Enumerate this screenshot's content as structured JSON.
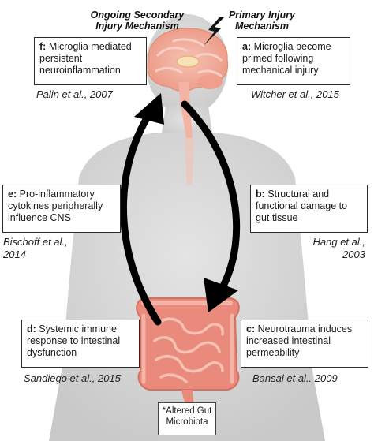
{
  "headings": {
    "secondary": "Ongoing Secondary Injury Mechanism",
    "primary": "Primary Injury Mechanism"
  },
  "boxes": [
    {
      "letter": "f:",
      "text": "Microglia mediated persistent neuroinflammation",
      "citation": "Palin et al., 2007"
    },
    {
      "letter": "a:",
      "text": "Microglia become primed following mechanical injury",
      "citation": "Witcher et al., 2015"
    },
    {
      "letter": "e:",
      "text": "Pro-inflammatory cytokines peripherally influence CNS",
      "citation": "Bischoff et al., 2014"
    },
    {
      "letter": "b:",
      "text": "Structural and functional damage to gut tissue",
      "citation": "Hang et al., 2003"
    },
    {
      "letter": "d:",
      "text": "Systemic immune response to intestinal dysfunction",
      "citation": "Sandiego et al., 2015"
    },
    {
      "letter": "c:",
      "text": "Neurotrauma induces increased intestinal permeability",
      "citation": "Bansal et al.. 2009"
    }
  ],
  "gut_label": "*Altered Gut Microbiota",
  "colors": {
    "body_silhouette": "#d6d6d6",
    "brain": "#f0a594",
    "gut": "#e98a7c",
    "arrow": "#000000"
  },
  "icons": [
    "lightning-bolt-icon"
  ]
}
